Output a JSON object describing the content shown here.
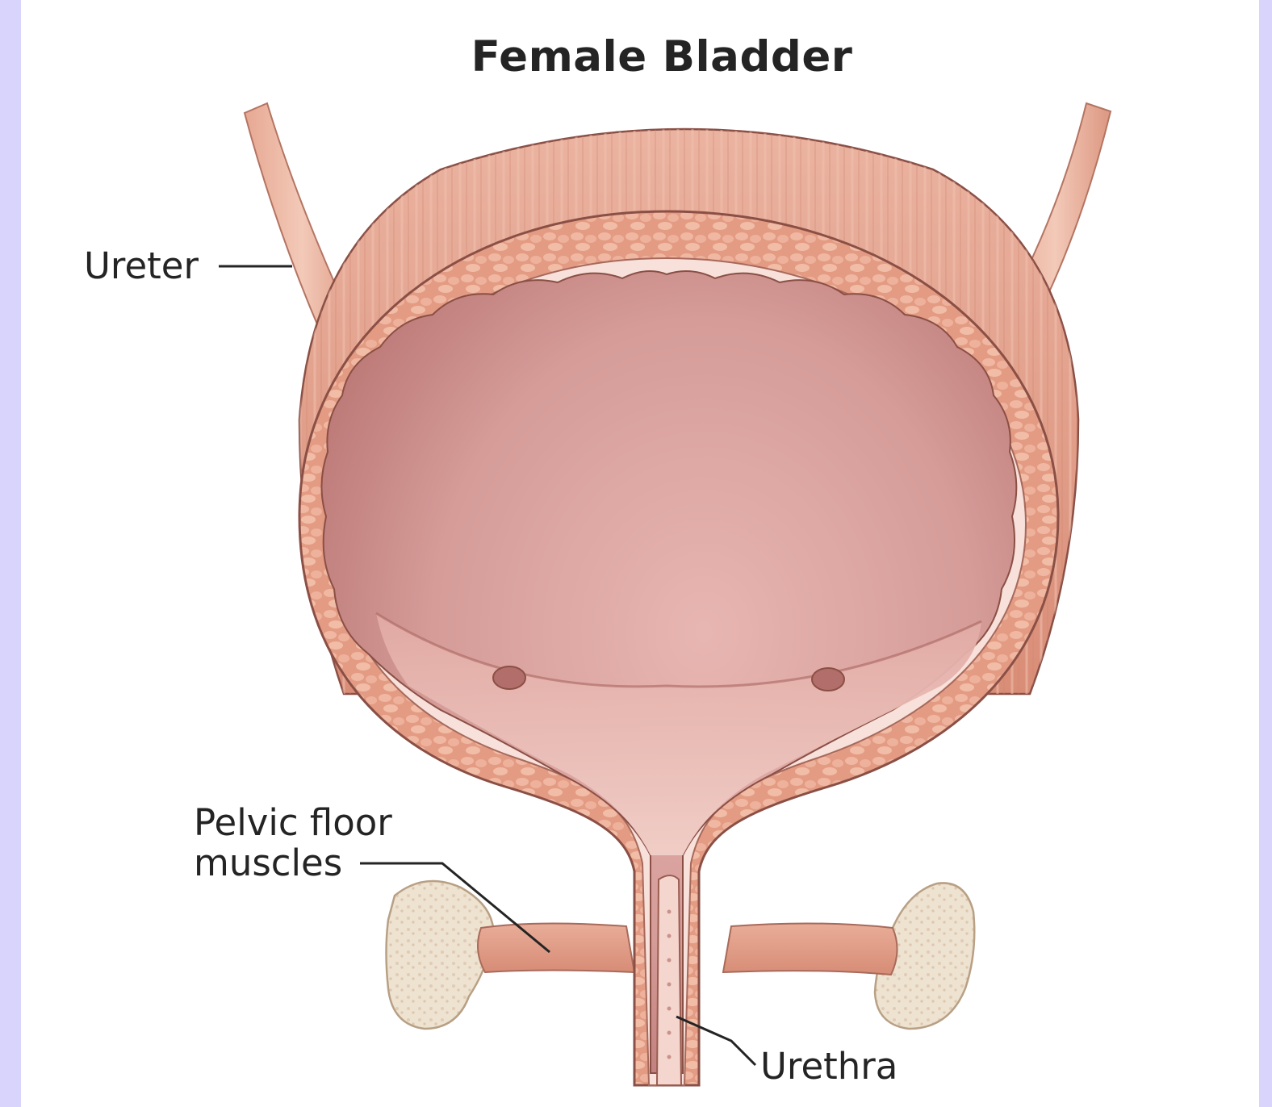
{
  "title": "Female Bladder",
  "labels": {
    "ureter": "Ureter",
    "pelvic_floor_line1": "Pelvic floor",
    "pelvic_floor_line2": "muscles",
    "urethra": "Urethra"
  },
  "colors": {
    "page_border": "#d9d4fb",
    "background": "#ffffff",
    "muscle": "#e3a28f",
    "muscle_dark": "#c97e69",
    "wall_cells": "#e8ab94",
    "lining": "#f6ddd6",
    "lumen": "#cf918f",
    "bone": "#efe3d2",
    "outline": "#8a4f45",
    "text": "#242424"
  }
}
